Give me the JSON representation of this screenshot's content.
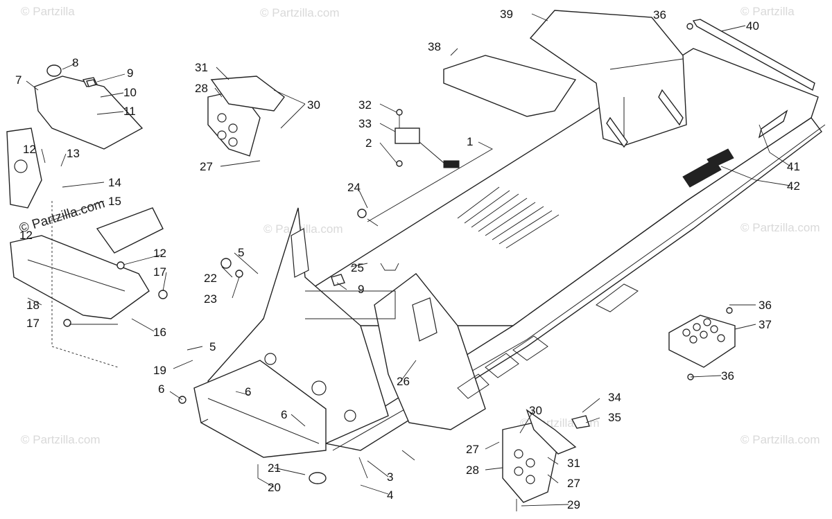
{
  "watermark": {
    "text": "© Partzilla.com",
    "text_short": "© Partzilla",
    "color": "#d9d9d9"
  },
  "diagram": {
    "callouts": {
      "c1": "1",
      "c2": "2",
      "c3": "3",
      "c4": "4",
      "c5a": "5",
      "c5b": "5",
      "c6a": "6",
      "c6b": "6",
      "c6c": "6",
      "c7": "7",
      "c8": "8",
      "c9a": "9",
      "c9b": "9",
      "c10": "10",
      "c11": "11",
      "c12a": "12",
      "c12b": "12",
      "c12c": "12",
      "c13": "13",
      "c14": "14",
      "c15": "15",
      "c16": "16",
      "c17a": "17",
      "c17b": "17",
      "c18": "18",
      "c19": "19",
      "c20": "20",
      "c21": "21",
      "c22": "22",
      "c23": "23",
      "c24": "24",
      "c25": "25",
      "c26": "26",
      "c27a": "27",
      "c27b": "27",
      "c27c": "27",
      "c28a": "28",
      "c28b": "28",
      "c29": "29",
      "c30a": "30",
      "c30b": "30",
      "c31a": "31",
      "c31b": "31",
      "c32": "32",
      "c33": "33",
      "c34": "34",
      "c35": "35",
      "c36a": "36",
      "c36b": "36",
      "c36c": "36",
      "c37": "37",
      "c38": "38",
      "c39": "39",
      "c40": "40",
      "c41": "41",
      "c42": "42"
    }
  }
}
